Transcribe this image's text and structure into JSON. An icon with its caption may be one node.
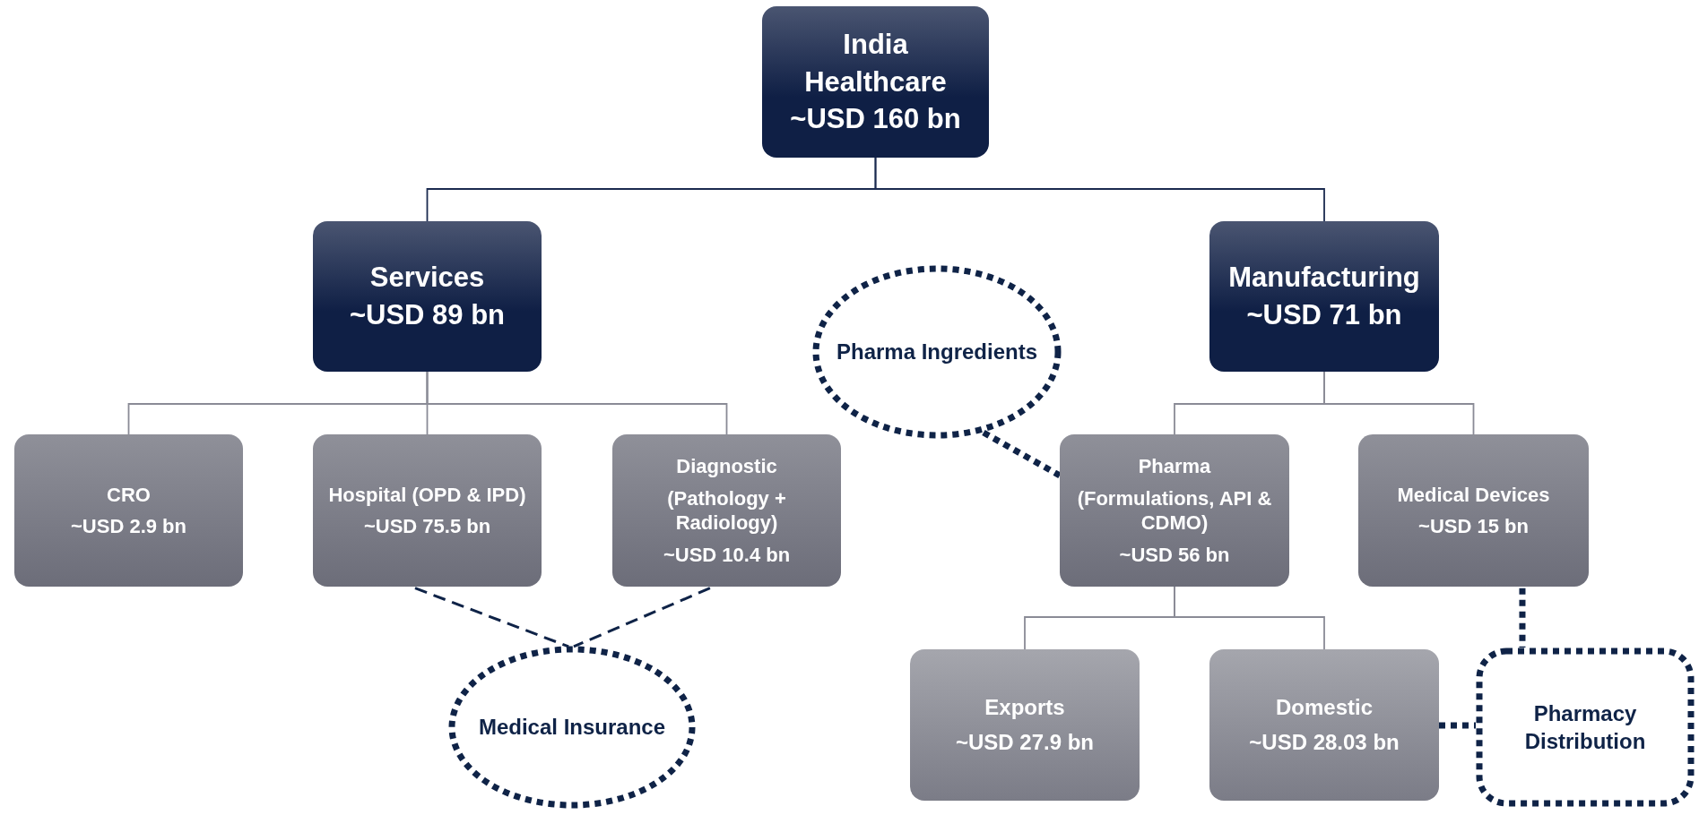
{
  "diagram": {
    "nodes": [
      {
        "text": [
          "India Healthcare",
          "~USD 160 bn"
        ]
      },
      {
        "text": [
          "Services",
          "~USD 89 bn"
        ]
      },
      {
        "text": [
          "Manufacturing",
          "~USD 71 bn"
        ]
      },
      {
        "text": [
          "Pharma Ingredients"
        ]
      },
      {
        "text": [
          "CRO",
          "~USD 2.9 bn"
        ]
      },
      {
        "text": [
          "Hospital (OPD & IPD)",
          "~USD 75.5 bn"
        ]
      },
      {
        "text": [
          "Diagnostic",
          "(Pathology + Radiology)",
          "~USD 10.4 bn"
        ]
      },
      {
        "text": [
          "Pharma",
          "(Formulations, API & CDMO)",
          "~USD 56 bn"
        ]
      },
      {
        "text": [
          "Medical Devices",
          "~USD 15 bn"
        ]
      },
      {
        "text": [
          "Medical Insurance"
        ]
      },
      {
        "text": [
          "Exports",
          "~USD 27.9 bn"
        ]
      },
      {
        "text": [
          "Domestic",
          "~USD 28.03 bn"
        ]
      },
      {
        "text": [
          "Pharmacy Distribution"
        ]
      }
    ],
    "edges": [
      {
        "from": 0,
        "to": 1,
        "arrow": "none",
        "color": "#1b2a4f"
      },
      {
        "from": 0,
        "to": 2,
        "arrow": "none",
        "color": "#1b2a4f"
      },
      {
        "from": 1,
        "to": 4,
        "arrow": "none"
      },
      {
        "from": 1,
        "to": 5,
        "arrow": "none"
      },
      {
        "from": 1,
        "to": 6,
        "arrow": "none"
      },
      {
        "from": 2,
        "to": 7,
        "arrow": "none"
      },
      {
        "from": 2,
        "to": 8,
        "arrow": "none"
      },
      {
        "from": 7,
        "to": 10,
        "arrow": "none"
      },
      {
        "from": 7,
        "to": 11,
        "arrow": "none"
      },
      {
        "from": 5,
        "to": 9,
        "arrow": "none",
        "style": "dashed",
        "color": "#0f2347"
      },
      {
        "from": 6,
        "to": 9,
        "arrow": "none",
        "style": "dashed",
        "color": "#0f2347"
      },
      {
        "from": 3,
        "to": 7,
        "arrow": "none",
        "style": "dashed",
        "color": "#0f2347"
      },
      {
        "from": 8,
        "to": 12,
        "arrow": "none",
        "style": "dashed",
        "color": "#0f2347"
      },
      {
        "from": 11,
        "to": 12,
        "arrow": "none",
        "style": "dashed",
        "color": "#0f2347"
      }
    ]
  }
}
